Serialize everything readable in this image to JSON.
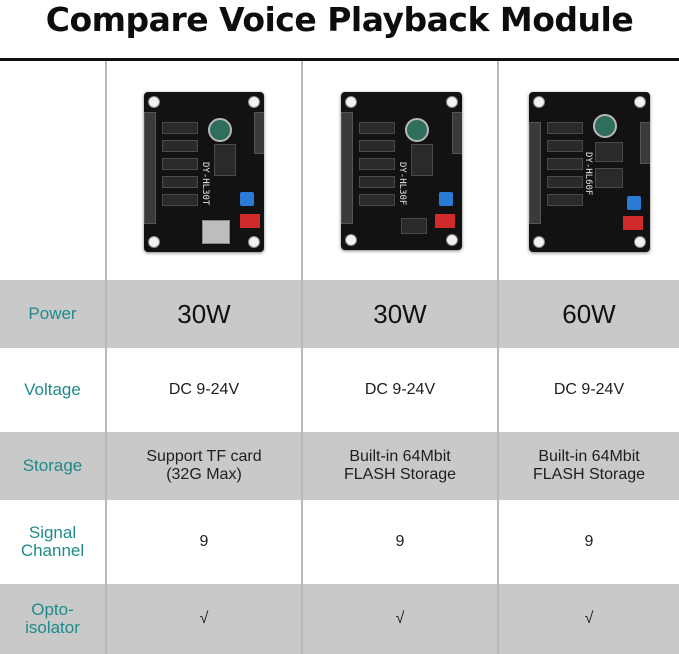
{
  "title": "Compare Voice Playback Module",
  "boards": [
    {
      "icon": "pcb-board-dy-hl30t"
    },
    {
      "icon": "pcb-board-dy-hl30f"
    },
    {
      "icon": "pcb-board-dy-hl60f"
    }
  ],
  "rows": {
    "power": {
      "label": "Power",
      "values": [
        "30W",
        "30W",
        "60W"
      ]
    },
    "voltage": {
      "label": "Voltage",
      "values": [
        "DC 9-24V",
        "DC 9-24V",
        "DC 9-24V"
      ]
    },
    "storage": {
      "label": "Storage",
      "values": [
        [
          "Support TF card",
          "(32G Max)"
        ],
        [
          "Built-in 64Mbit",
          "FLASH Storage"
        ],
        [
          "Built-in 64Mbit",
          "FLASH Storage"
        ]
      ]
    },
    "signal": {
      "label_lines": [
        "Signal",
        "Channel"
      ],
      "values": [
        "9",
        "9",
        "9"
      ]
    },
    "opto": {
      "label_lines": [
        "Opto-",
        "isolator"
      ],
      "values": [
        "√",
        "√",
        "√"
      ]
    }
  },
  "colors": {
    "label": "#1f8a8a",
    "gray_row": "#c9c9c9",
    "grid_line": "#b9b9b9"
  }
}
